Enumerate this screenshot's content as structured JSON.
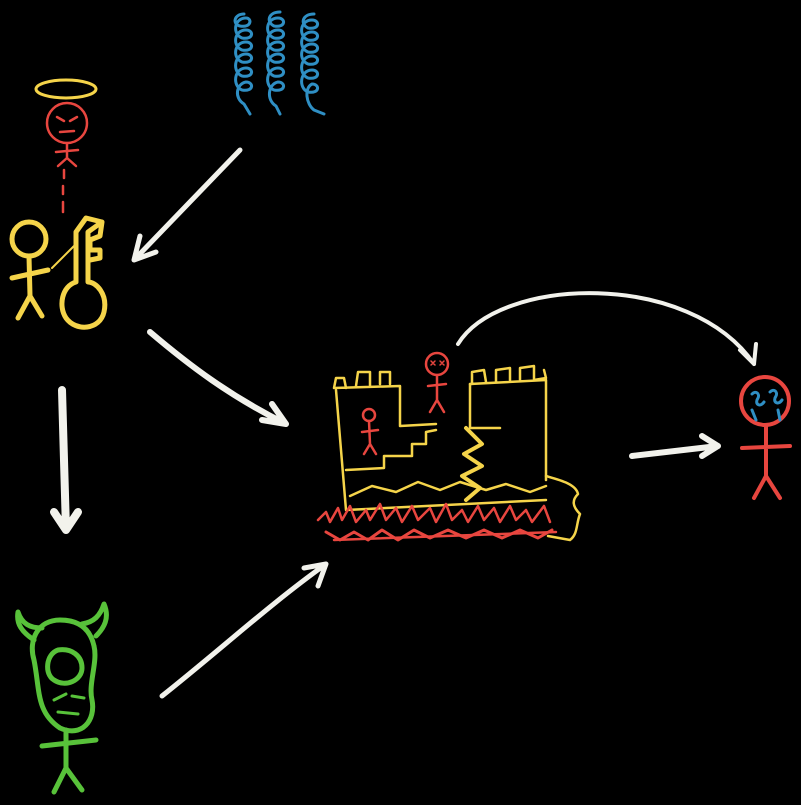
{
  "colors": {
    "background": "#000000",
    "arrow": "#f2f2ec",
    "gold": "#f5d44a",
    "red": "#e8463f",
    "blue": "#2f8fc4",
    "green": "#58c23a"
  },
  "figures": [
    {
      "id": "angel-ancestor",
      "description_icon": "halo-stick-figure-icon",
      "color": "red"
    },
    {
      "id": "spirals",
      "description_icon": "coil-spirals-icon",
      "color": "blue"
    },
    {
      "id": "keyholder",
      "description_icon": "stick-figure-with-key-icon",
      "color": "gold"
    },
    {
      "id": "demon",
      "description_icon": "horned-demon-icon",
      "color": "green"
    },
    {
      "id": "burning-castle",
      "description_icon": "burning-castle-icon",
      "color": "gold"
    },
    {
      "id": "crying-person",
      "description_icon": "crying-stick-figure-icon",
      "color": "red"
    }
  ],
  "arrows": [
    {
      "from": "spirals",
      "to": "keyholder"
    },
    {
      "from": "keyholder",
      "to": "burning-castle"
    },
    {
      "from": "keyholder",
      "to": "demon"
    },
    {
      "from": "demon",
      "to": "burning-castle"
    },
    {
      "from": "burning-castle",
      "to": "crying-person"
    },
    {
      "from": "castle-prisoner",
      "to": "crying-person"
    }
  ]
}
